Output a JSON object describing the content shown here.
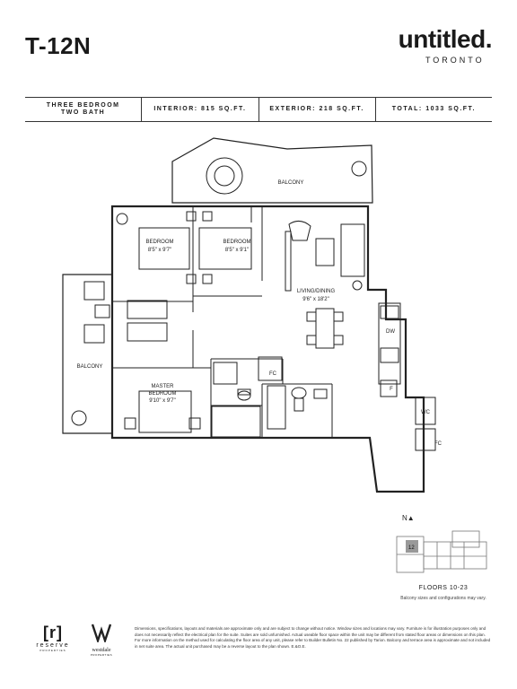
{
  "header": {
    "unit": "T-12N",
    "brand": "untitled.",
    "city": "TORONTO"
  },
  "specs": {
    "type_line1": "THREE BEDROOM",
    "type_line2": "TWO BATH",
    "interior": "INTERIOR: 815 SQ.FT.",
    "exterior": "EXTERIOR: 218 SQ.FT.",
    "total": "TOTAL: 1033 SQ.FT."
  },
  "plan_labels": {
    "balcony_top": "BALCONY",
    "balcony_left": "BALCONY",
    "bedroom1": "BEDROOM",
    "bedroom1_size": "8'5\" x 9'7\"",
    "bedroom2": "BEDROOM",
    "bedroom2_size": "8'5\" x 9'1\"",
    "living": "LIVING/DINING",
    "living_size": "9'6\" x 18'2\"",
    "master": "MASTER",
    "master2": "BEDROOM",
    "master_size": "9'10\" x 9'7\"",
    "fc": "FC",
    "fc2": "FC",
    "dw": "DW",
    "f": "F",
    "wc": "WC"
  },
  "keyplan": {
    "north": "N▲",
    "unit_number": "12",
    "floors": "FLOORS 10-23",
    "note": "Balcony sizes and configurations may vary."
  },
  "footer": {
    "reserve_mark": "[r]",
    "reserve_word": "reserve",
    "reserve_sub": "PROPERTIES",
    "westdale_word": "westdale",
    "westdale_sub": "PROPERTIES",
    "disclaimer": "Dimensions, specifications, layouts and materials are approximate only and are subject to change without notice. Window sizes and locations may vary. Furniture is for illustration purposes only and does not necessarily reflect the electrical plan for the suite. Suites are sold unfurnished. Actual useable floor space within the unit may be different from stated floor areas or dimensions on this plan. For more information on the method used for calculating the floor area of any unit, please refer to Builder Bulletin No. 22 published by Tarion. Balcony and terrace area is approximate and not included in net suite area. The actual unit purchased may be a reverse layout to the plan shown. E.&O.E."
  }
}
